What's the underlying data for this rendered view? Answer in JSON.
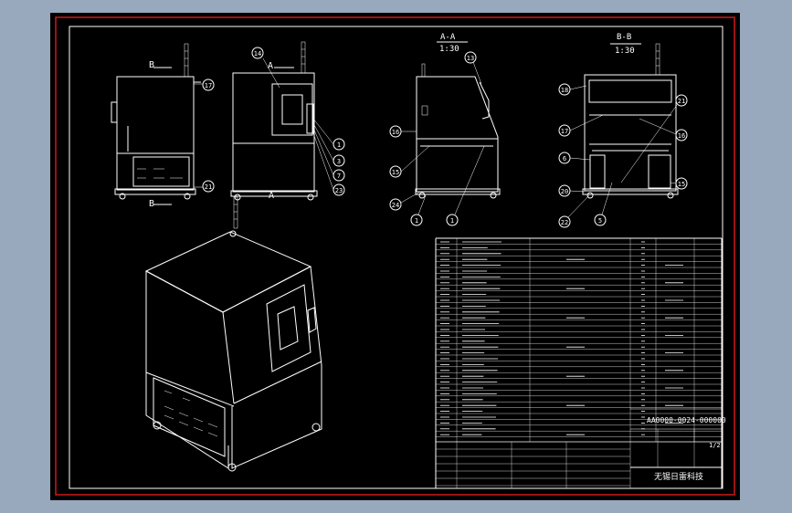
{
  "colors": {
    "background": "#98a8bd",
    "sheet": "#000000",
    "lines": "#ffffff",
    "outer_frame": "#d01818",
    "inner_frame": "#ffffff"
  },
  "section_labels": {
    "a": "A-A",
    "a_scale": "1:30",
    "b": "B-B",
    "b_scale": "1:30",
    "b_top": "B",
    "b_bottom": "B",
    "a_top": "A",
    "a_bottom": "A"
  },
  "balloons": {
    "front": [
      "17",
      "21"
    ],
    "side": [
      "14",
      "1",
      "3",
      "7",
      "23"
    ],
    "section_a": [
      "13",
      "16",
      "15",
      "24",
      "1",
      "1"
    ],
    "section_b": [
      "18",
      "21",
      "17",
      "16",
      "6",
      "20",
      "15",
      "22",
      "5"
    ]
  },
  "title_block": {
    "drawing_number": "AA0000-0024-000000",
    "name": "无锡日雷科技",
    "sheet": "1/2"
  }
}
